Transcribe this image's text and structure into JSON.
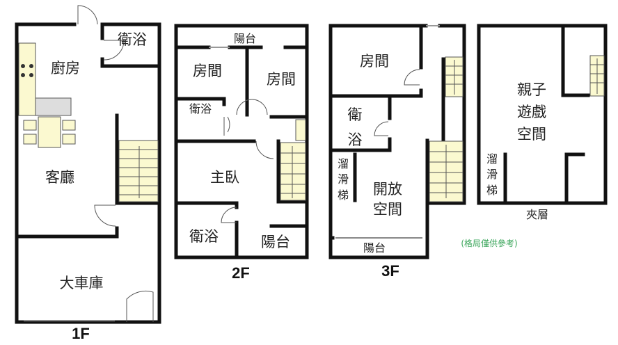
{
  "floors": {
    "f1": {
      "label": "1F",
      "rooms": {
        "bath": "衛浴",
        "kitchen": "廚房",
        "living": "客廳",
        "garage": "大車庫"
      }
    },
    "f2": {
      "label": "2F",
      "rooms": {
        "balcony_top": "陽台",
        "room_a": "房間",
        "room_b": "房間",
        "bath_a": "衛浴",
        "master": "主臥",
        "bath_b": "衛浴",
        "balcony_bottom": "陽台"
      }
    },
    "f3": {
      "label": "3F",
      "rooms": {
        "room": "房間",
        "bath_1": "衛",
        "bath_2": "浴",
        "slide_1": "溜",
        "slide_2": "滑",
        "slide_3": "梯",
        "open_1": "開放",
        "open_2": "空間",
        "balcony": "陽台"
      }
    },
    "mezz": {
      "label": "夾層",
      "rooms": {
        "play_1": "親子",
        "play_2": "遊戲",
        "play_3": "空間",
        "slide_1": "溜",
        "slide_2": "滑",
        "slide_3": "梯"
      }
    }
  },
  "note": "(格局僅供參考)",
  "colors": {
    "wall": "#111111",
    "fixture": "#fbf9d0",
    "note": "#3aa55a"
  }
}
